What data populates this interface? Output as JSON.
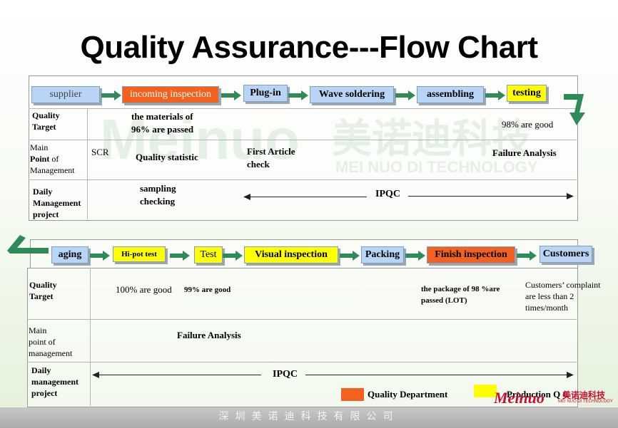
{
  "title": "Quality Assurance---Flow Chart",
  "watermark": {
    "brand": "Meinuo",
    "cn": "美诺迪科技",
    "en": "MEI NUO DI TECHNOLOGY"
  },
  "top": {
    "steps": [
      "supplier",
      "incoming inspection",
      "Plug-in",
      "Wave soldering",
      "assembling",
      "testing"
    ],
    "row_labels": {
      "quality_target": "Quality Target",
      "main_point": [
        "Main",
        "Point",
        "of",
        "Management"
      ],
      "daily": [
        "Daily",
        "Management",
        "project"
      ]
    },
    "quality_target": {
      "materials": [
        "the materials of",
        "96% are passed"
      ],
      "testing": "98% are good"
    },
    "main_point": {
      "scr": "SCR",
      "quality_statistic": "Quality statistic",
      "first_article": [
        "First Article",
        "check"
      ],
      "failure_analysis": "Failure Analysis"
    },
    "daily": {
      "sampling": [
        "sampling",
        "checking"
      ],
      "ipqc": "IPQC"
    }
  },
  "bottom": {
    "steps": [
      "aging",
      "Hi-pot test",
      "Test",
      "Visual inspection",
      "Packing",
      "Finish inspection",
      "Customers"
    ],
    "row_labels": {
      "quality_target": "Quality Target",
      "main_point": [
        "Main",
        "point of",
        "management"
      ],
      "daily": [
        "Daily",
        "management",
        "project"
      ]
    },
    "quality_target": {
      "aging": "100% are good",
      "hipot": "99% are good",
      "package": [
        "the package of 98 %are",
        "passed (LOT)"
      ],
      "customers": [
        "Customers’  complaint",
        "are less than 2",
        "times/month"
      ]
    },
    "main_point": {
      "failure_analysis": "Failure Analysis"
    },
    "daily": {
      "ipqc": "IPQC"
    }
  },
  "legend": {
    "quality": "Quality Department",
    "production": "Production Q C",
    "quality_color": "#f2621e",
    "production_color": "#ffff00"
  },
  "logo": {
    "brand": "Meinuo",
    "cn": "美诺迪科技",
    "en": "MEI NUO DI TECHNOLOGY"
  },
  "footer": "深圳美诺迪科技有限公司",
  "colors": {
    "step_blue": "#b9d5f6",
    "step_orange": "#f2621e",
    "step_yellow": "#ffff00",
    "arrow": "#2e8b57"
  },
  "icons": [
    "flow-arrow-icon",
    "return-arrow-icon"
  ]
}
